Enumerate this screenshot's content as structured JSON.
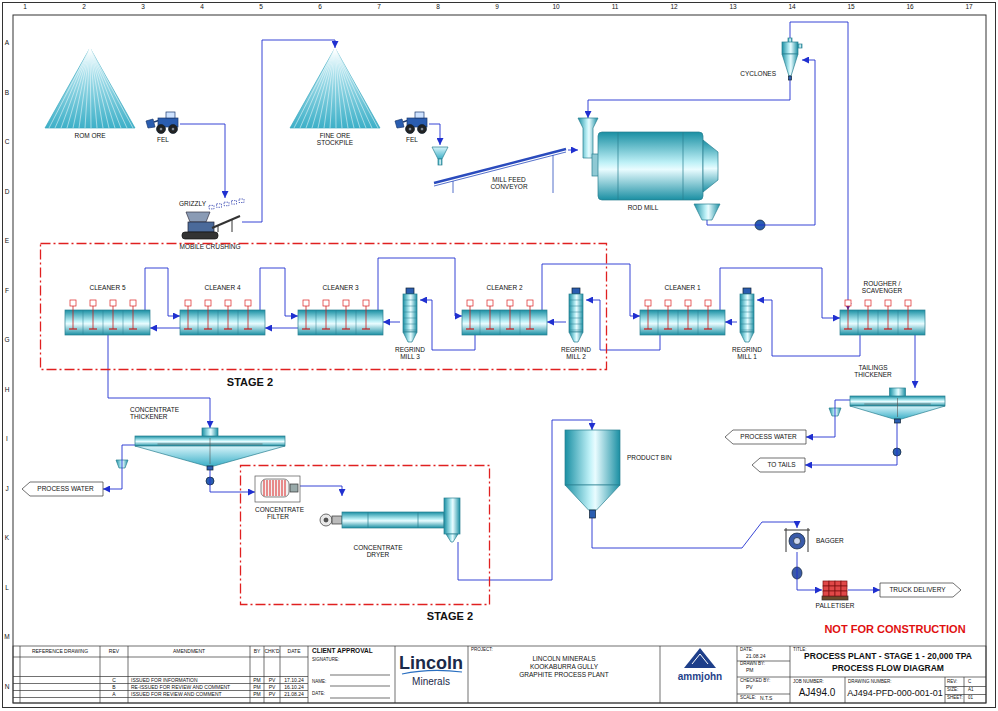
{
  "diagram": {
    "nodes": [
      {
        "text": [
          "ROM ORE"
        ]
      },
      {
        "text": [
          "FEL"
        ]
      },
      {
        "text": [
          "GRIZZLY"
        ]
      },
      {
        "text": [
          "MOBILE CRUSHING"
        ]
      },
      {
        "text": [
          "FINE ORE STOCKPILE"
        ]
      },
      {
        "text": [
          "FEL"
        ]
      },
      {
        "text": [
          "MILL FEED CONVEYOR"
        ]
      },
      {
        "text": [
          "CYCLONES"
        ]
      },
      {
        "text": [
          "ROD MILL"
        ]
      },
      {
        "text": [
          "STAGE 2"
        ]
      },
      {
        "text": [
          "CLEANER 5"
        ],
        "in": 9
      },
      {
        "text": [
          "CLEANER 4"
        ],
        "in": 9
      },
      {
        "text": [
          "CLEANER 3"
        ],
        "in": 9
      },
      {
        "text": [
          "REGRIND MILL 3"
        ],
        "in": 9
      },
      {
        "text": [
          "CLEANER 2"
        ],
        "in": 9
      },
      {
        "text": [
          "REGRIND MILL 2"
        ],
        "in": 9
      },
      {
        "text": [
          "CLEANER 1"
        ]
      },
      {
        "text": [
          "REGRIND MILL 1"
        ]
      },
      {
        "text": [
          "ROUGHER / SCAVENGER"
        ]
      },
      {
        "text": [
          "TAILINGS THICKENER"
        ]
      },
      {
        "text": [
          "PROCESS WATER"
        ]
      },
      {
        "text": [
          "TO TAILS"
        ]
      },
      {
        "text": [
          "CONCENTRATE THICKENER"
        ]
      },
      {
        "text": [
          "PROCESS WATER"
        ]
      },
      {
        "text": [
          "STAGE 2"
        ]
      },
      {
        "text": [
          "CONCENTRATE FILTER"
        ],
        "in": 24
      },
      {
        "text": [
          "CONCENTRATE DRYER"
        ],
        "in": 24
      },
      {
        "text": [
          "PRODUCT BIN"
        ]
      },
      {
        "text": [
          "BAGGER"
        ]
      },
      {
        "text": [
          "PALLETISER"
        ]
      },
      {
        "text": [
          "TRUCK DELIVERY"
        ]
      }
    ],
    "edges": [
      {
        "from": 1,
        "to": 2,
        "arrow": "to"
      },
      {
        "from": 3,
        "to": 4,
        "arrow": "to"
      },
      {
        "from": 5,
        "to": 6,
        "arrow": "to"
      },
      {
        "from": 6,
        "to": 8,
        "arrow": "to"
      },
      {
        "from": 8,
        "to": 7,
        "arrow": "to"
      },
      {
        "from": 7,
        "to": 8,
        "arrow": "to"
      },
      {
        "from": 7,
        "to": 18,
        "arrow": "to"
      },
      {
        "from": 18,
        "to": 17,
        "arrow": "to"
      },
      {
        "from": 17,
        "to": 16,
        "arrow": "to"
      },
      {
        "from": 16,
        "to": 18,
        "arrow": "to"
      },
      {
        "from": 16,
        "to": 15,
        "arrow": "to"
      },
      {
        "from": 15,
        "to": 14,
        "arrow": "to"
      },
      {
        "from": 14,
        "to": 16,
        "arrow": "to"
      },
      {
        "from": 14,
        "to": 13,
        "arrow": "to"
      },
      {
        "from": 13,
        "to": 12,
        "arrow": "to"
      },
      {
        "from": 12,
        "to": 14,
        "arrow": "to"
      },
      {
        "from": 12,
        "to": 11,
        "arrow": "to"
      },
      {
        "from": 11,
        "to": 12,
        "arrow": "to"
      },
      {
        "from": 11,
        "to": 10,
        "arrow": "to"
      },
      {
        "from": 10,
        "to": 11,
        "arrow": "to"
      },
      {
        "from": 10,
        "to": 22,
        "arrow": "to"
      },
      {
        "from": 18,
        "to": 19,
        "arrow": "to"
      },
      {
        "from": 19,
        "to": 20,
        "arrow": "to"
      },
      {
        "from": 19,
        "to": 21,
        "arrow": "to"
      },
      {
        "from": 22,
        "to": 23,
        "arrow": "to"
      },
      {
        "from": 22,
        "to": 25,
        "arrow": "to"
      },
      {
        "from": 25,
        "to": 26,
        "arrow": "to"
      },
      {
        "from": 26,
        "to": 27,
        "arrow": "to"
      },
      {
        "from": 27,
        "to": 28,
        "arrow": "to"
      },
      {
        "from": 28,
        "to": 29,
        "arrow": "to"
      },
      {
        "from": 29,
        "to": 30,
        "arrow": "to"
      }
    ],
    "labels": [
      "1",
      "2",
      "3",
      "4",
      "5",
      "6",
      "7",
      "8",
      "9",
      "10",
      "11",
      "12",
      "13",
      "14",
      "15",
      "16",
      "17",
      "A",
      "B",
      "C",
      "D",
      "E",
      "F",
      "G",
      "H",
      "I",
      "J",
      "K",
      "L",
      "M",
      "N",
      "NOT FOR CONSTRUCTION",
      "REFERENCE DRAWING",
      "REV",
      "AMENDMENT",
      "BY",
      "CHK'D",
      "DATE",
      "C",
      "ISSUED FOR INFORMATION",
      "PM",
      "PV",
      "17.10.24",
      "B",
      "RE-ISSUED FOR REVIEW AND COMMENT",
      "PM",
      "PV",
      "16.10.24",
      "A",
      "ISSUED FOR REVIEW AND COMMENT",
      "PM",
      "PV",
      "21.08.24",
      "CLIENT APPROVAL",
      "SIGNATURE:",
      "NAME:",
      "DATE:",
      "Lincoln",
      "Minerals",
      "PROJECT:",
      "LINCOLN MINERALS",
      "KOOKABURRA GULLY",
      "GRAPHITE PROCESS PLANT",
      "ammjohn",
      "DATE:",
      "21.08.24",
      "DRAWN BY:",
      "PM",
      "CHECKED BY:",
      "PV",
      "SCALE:",
      "N.T.S",
      "TITLE:",
      "PROCESS PLANT - STAGE 1 - 20,000 TPA",
      "PROCESS FLOW DIAGRAM",
      "JOB NUMBER:",
      "AJ494.0",
      "DRAWING NUMBER:",
      "AJ494-PFD-000-001-01",
      "REV:",
      "C",
      "SIZE:",
      "A1",
      "SHEET:",
      "01"
    ]
  }
}
